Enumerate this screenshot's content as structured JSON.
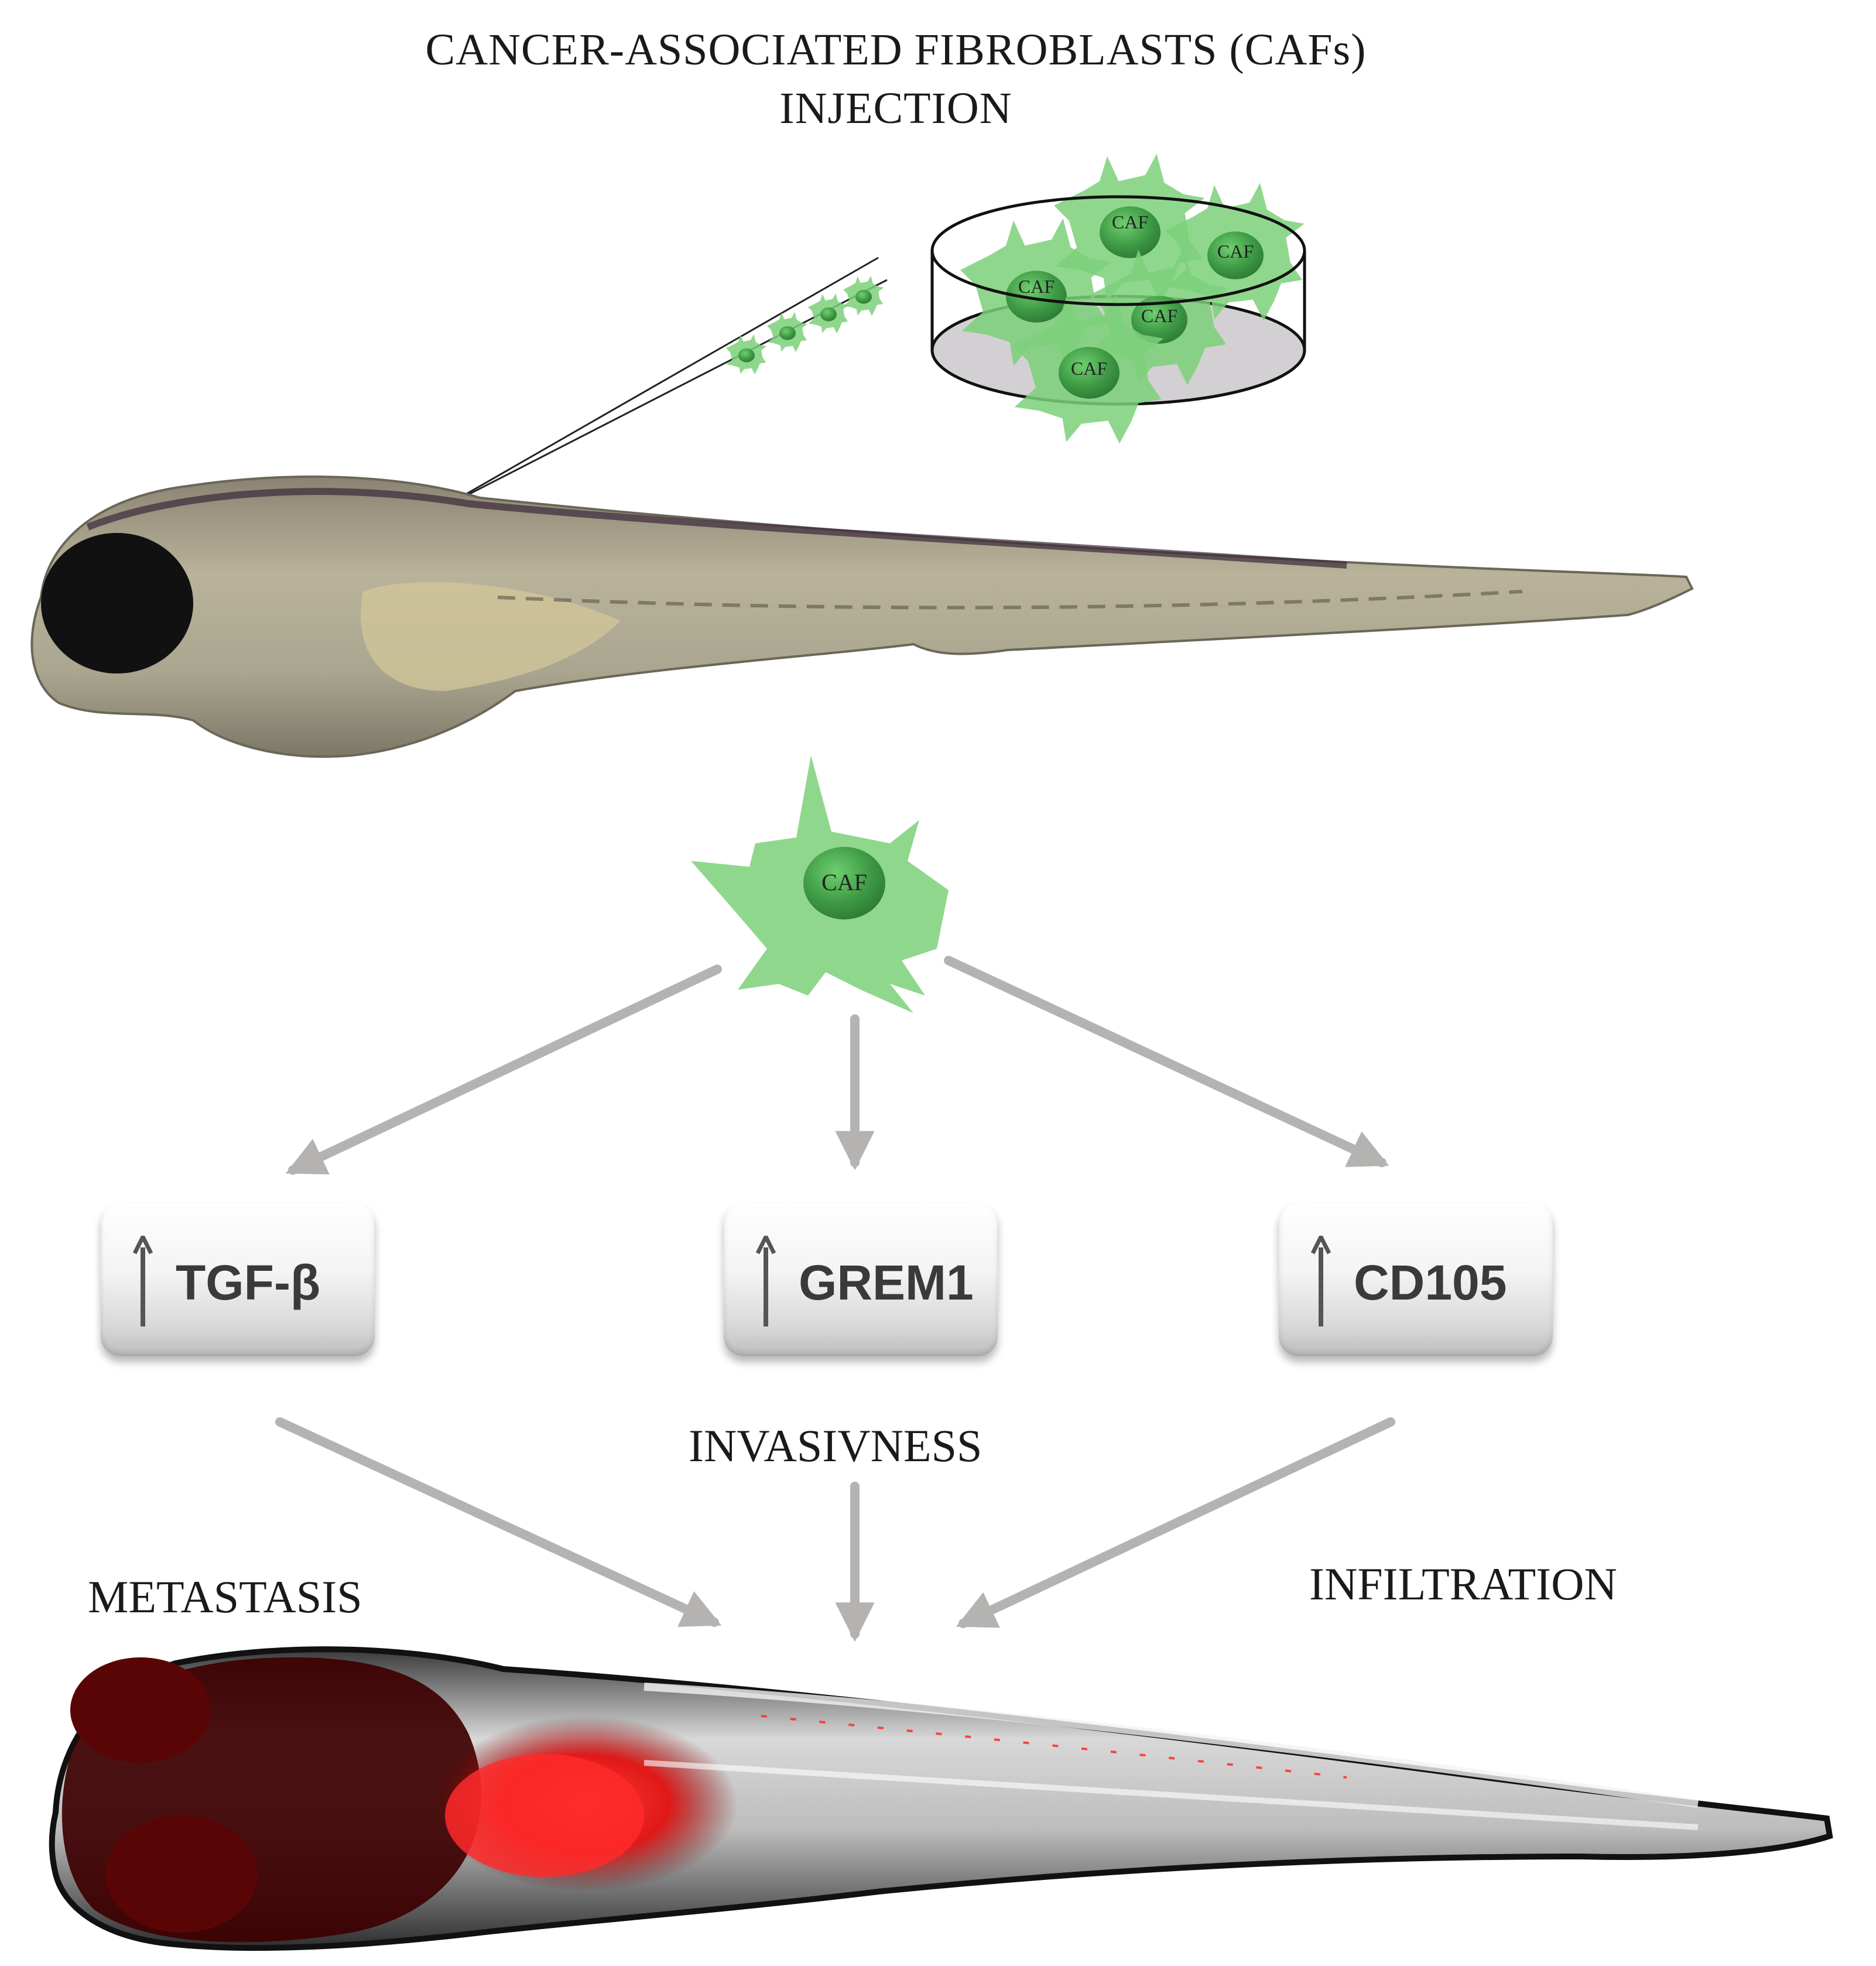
{
  "title": {
    "line1": "CANCER-ASSOCIATED FIBROBLASTS (CAFs)",
    "line2": "INJECTION"
  },
  "cell_label": "CAF",
  "markers": [
    {
      "label": "TGF-β",
      "trend": "up"
    },
    {
      "label": "GREM1",
      "trend": "up"
    },
    {
      "label": "CD105",
      "trend": "up"
    }
  ],
  "outcomes": {
    "metastasis": "METASTASIS",
    "invasiveness": "INVASIVNESS",
    "infiltration": "INFILTRATION"
  },
  "colors": {
    "caf_green": "#7cd07a",
    "caf_nucleus": "#3e9a45",
    "arrow_gray": "#b5b3b1",
    "fluorescence_red": "#ff2a2a"
  }
}
